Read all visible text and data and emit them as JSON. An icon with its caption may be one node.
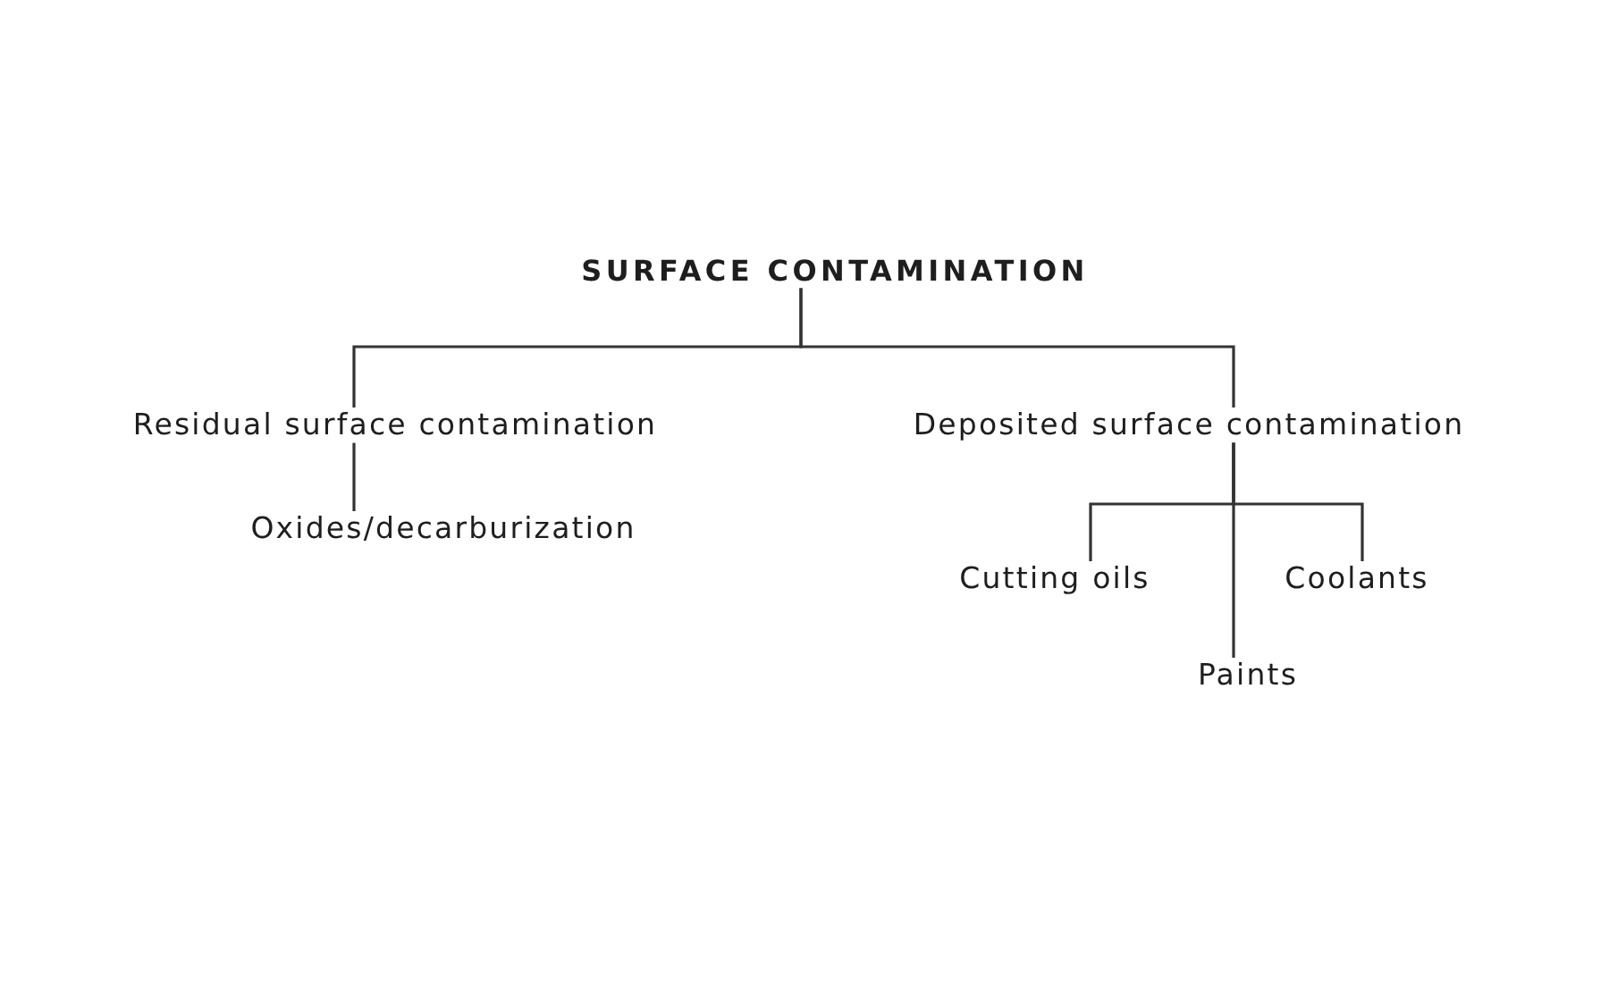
{
  "diagram": {
    "nodes": [
      {
        "text": [
          "SURFACE CONTAMINATION"
        ]
      },
      {
        "text": [
          "Residual surface contamination"
        ]
      },
      {
        "text": [
          "Deposited surface contamination"
        ]
      },
      {
        "text": [
          "Oxides/decarburization"
        ]
      },
      {
        "text": [
          "Cutting oils"
        ]
      },
      {
        "text": [
          "Coolants"
        ]
      },
      {
        "text": [
          "Paints"
        ]
      }
    ],
    "edges": [
      {
        "from": 0,
        "to": 1,
        "arrow": "none"
      },
      {
        "from": 0,
        "to": 2,
        "arrow": "none"
      },
      {
        "from": 1,
        "to": 3,
        "arrow": "none"
      },
      {
        "from": 2,
        "to": 4,
        "arrow": "none"
      },
      {
        "from": 2,
        "to": 5,
        "arrow": "none"
      },
      {
        "from": 2,
        "to": 6,
        "arrow": "none"
      }
    ]
  }
}
